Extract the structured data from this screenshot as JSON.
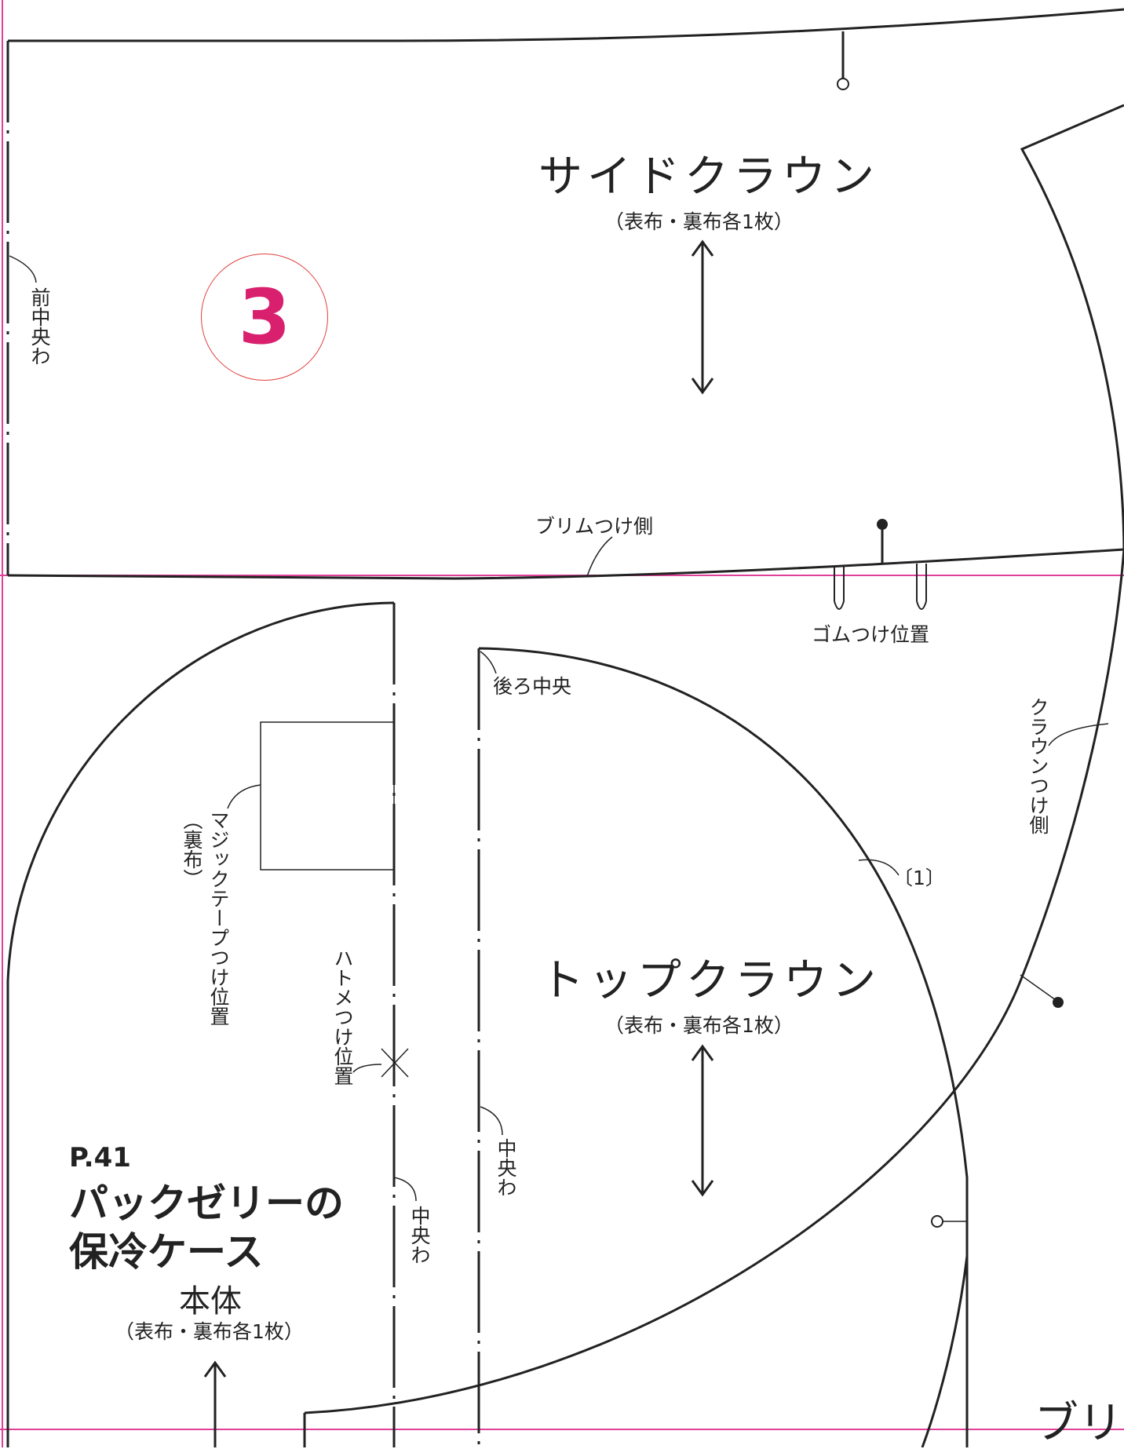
{
  "colors": {
    "line": "#222222",
    "guide": "#e0409a",
    "badge_ring": "#e0403e",
    "badge_number": "#d9206e"
  },
  "badge": {
    "number": "3"
  },
  "side_crown": {
    "title": "サイドクラウン",
    "cut_note": "（表布・裏布各1枚）"
  },
  "top_crown": {
    "title": "トップクラウン",
    "cut_note": "（表布・裏布各1枚）"
  },
  "body_piece": {
    "page_ref": "P.41",
    "title_line1": "パックゼリーの",
    "title_line2": "保冷ケース",
    "piece_name": "本体",
    "cut_note": "（表布・裏布各1枚）"
  },
  "labels": {
    "front_center_fold": "前中央わ",
    "brim_side": "ブリムつけ側",
    "elastic_position": "ゴムつけ位置",
    "back_center": "後ろ中央",
    "crown_side": "クラウンつけ側",
    "mark_1": "〔1〕",
    "velcro_line1": "マジックテープつけ位置",
    "velcro_line2": "（裏布）",
    "eyelet_position": "ハトメつけ位置",
    "center_fold_left": "中央わ",
    "center_fold_right": "中央わ",
    "brim_partial": "ブリ"
  }
}
